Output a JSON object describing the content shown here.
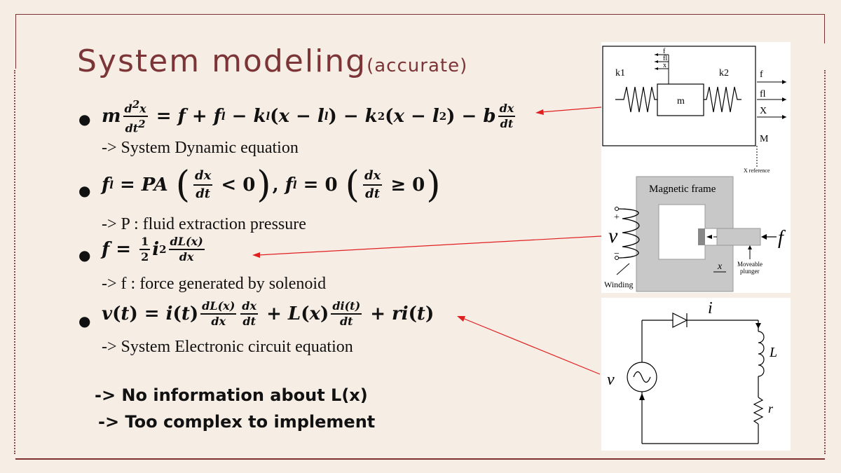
{
  "title": {
    "main": "System modeling",
    "sub": "(accurate)"
  },
  "bullets": [
    {
      "equation": "m d²x/dt² = f + f_l − k_l(x − l_l) − k_2(x − l_2) − b dx/dt",
      "description": "-> System Dynamic equation"
    },
    {
      "equation": "f_l = PA (dx/dt < 0), f_l = 0 (dx/dt ≥ 0)",
      "description": "-> P : fluid extraction pressure"
    },
    {
      "equation": "f = ½ i² dL(x)/dx",
      "description": "-> f : force generated by solenoid"
    },
    {
      "equation": "v(t) = i(t) dL(x)/dx dx/dt + L(x) di(t)/dt + ri(t)",
      "description": "-> System Electronic circuit equation"
    }
  ],
  "conclusions": [
    "-> No information about L(x)",
    "-> Too complex to implement"
  ],
  "figures": {
    "mass_spring": {
      "k1": "k1",
      "k2": "k2",
      "m": "m",
      "f_small": "f",
      "fl_small": "fl",
      "x_small": "x",
      "f": "f",
      "fl": "fl",
      "X": "X",
      "M": "M",
      "ref": "X reference"
    },
    "solenoid": {
      "frame": "Magnetic frame",
      "v": "v",
      "plus": "+",
      "minus": "−",
      "f": "f",
      "x": "x",
      "plunger1": "Moveable",
      "plunger2": "plunger",
      "winding": "Winding"
    },
    "circuit": {
      "i": "i",
      "L": "L",
      "v": "v",
      "r": "r"
    }
  },
  "colors": {
    "accent": "#7c3536",
    "arrow": "#e02020",
    "background": "#f6ede5"
  }
}
